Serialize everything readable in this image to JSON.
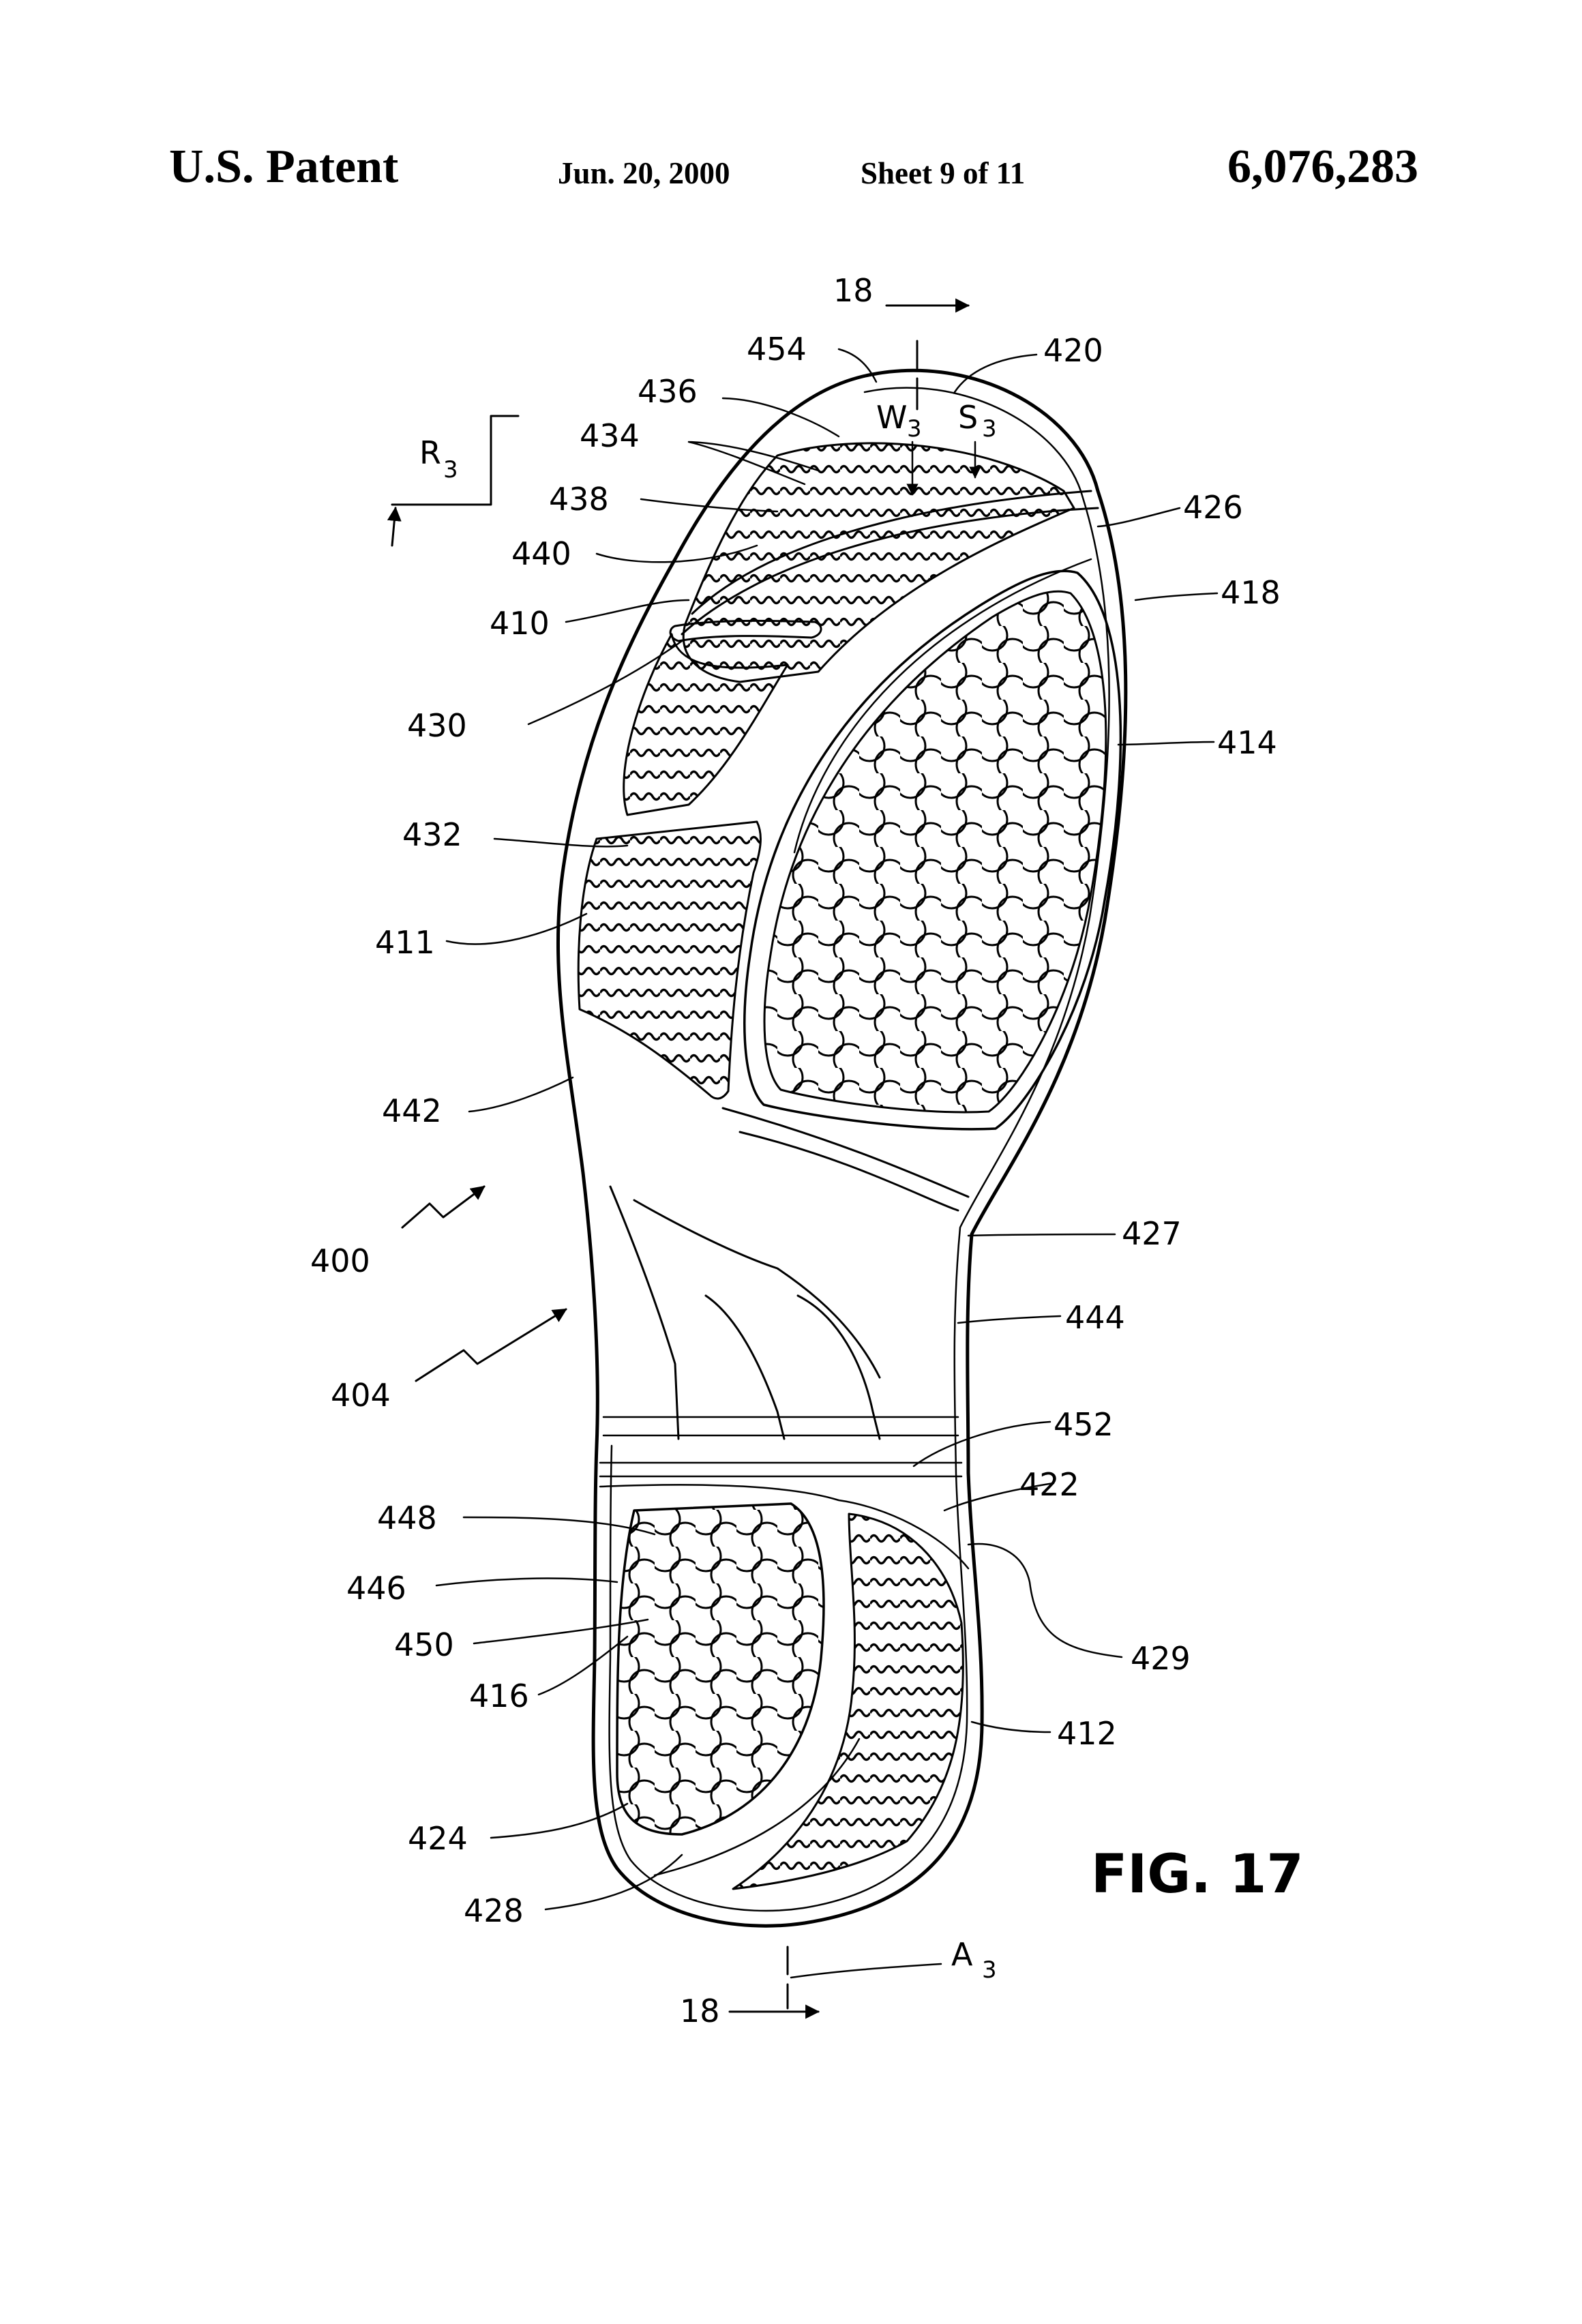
{
  "header": {
    "office": "U.S. Patent",
    "date": "Jun. 20, 2000",
    "sheet": "Sheet 9 of 11",
    "patent_number": "6,076,283"
  },
  "figure": {
    "title": "FIG. 17",
    "section_marker": "18",
    "reference_labels": {
      "r_main": "R",
      "r_sub": "3",
      "w_main": "W",
      "w_sub": "3",
      "s_main": "S",
      "s_sub": "3",
      "a_main": "A",
      "a_sub": "3",
      "n454": "454",
      "n420": "420",
      "n436": "436",
      "n434": "434",
      "n438": "438",
      "n426": "426",
      "n440": "440",
      "n418": "418",
      "n410": "410",
      "n430": "430",
      "n414": "414",
      "n432": "432",
      "n411": "411",
      "n442": "442",
      "n400": "400",
      "n427": "427",
      "n444": "444",
      "n404": "404",
      "n452": "452",
      "n422": "422",
      "n448": "448",
      "n446": "446",
      "n450": "450",
      "n429": "429",
      "n416": "416",
      "n412": "412",
      "n424": "424",
      "n428": "428"
    }
  }
}
